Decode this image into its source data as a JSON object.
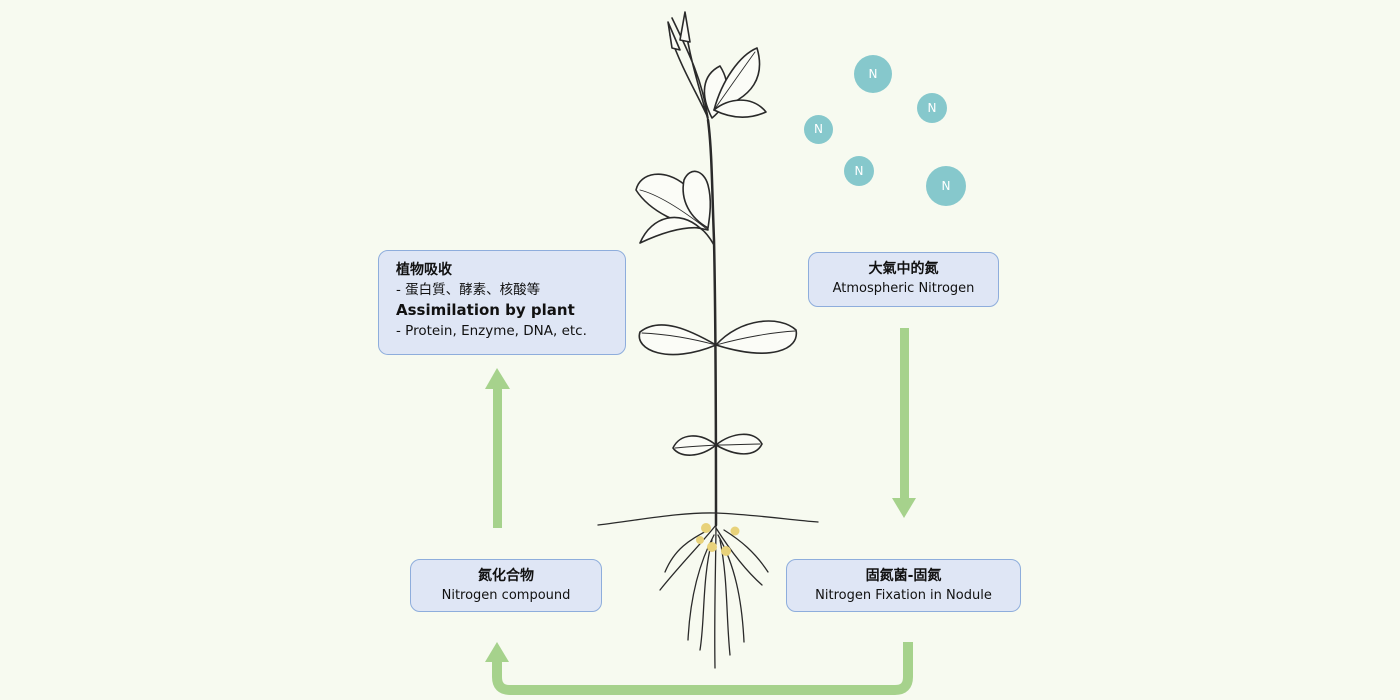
{
  "atmospheric": {
    "zh": "大氣中的氮",
    "en": "Atmospheric Nitrogen"
  },
  "fixation": {
    "zh": "固氮菌-固氮",
    "en": "Nitrogen Fixation in Nodule"
  },
  "compound": {
    "zh": "氮化合物",
    "en": "Nitrogen compound"
  },
  "assimilation": {
    "zh": "植物吸收",
    "zh_sub": "- 蛋白質、酵素、核酸等",
    "en": "Assimilation by plant",
    "en_sub": "- Protein, Enzyme, DNA, etc."
  },
  "nitrogen_atom_label": "N",
  "colors": {
    "background": "#f7faf0",
    "box_fill": "#dfe6f5",
    "box_border": "#8eaddc",
    "arrow": "#a6d28c",
    "nitrogen_atom": "#86c8cc",
    "nodule": "#e8d27a",
    "plant_line": "#2a2a2a"
  }
}
